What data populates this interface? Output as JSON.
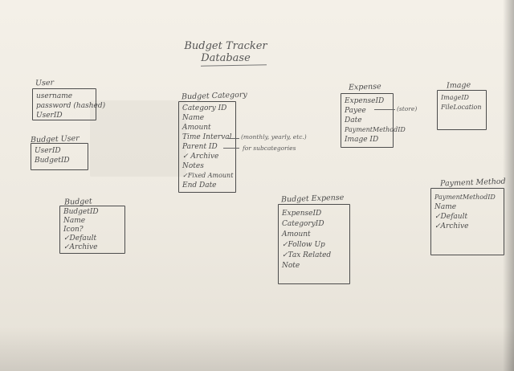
{
  "title": [
    "Budget Tracker",
    "Database"
  ],
  "entities": {
    "user": {
      "title": "User",
      "fields": [
        "username",
        "password (hashed)",
        "UserID"
      ]
    },
    "budget_user": {
      "title": "Budget User",
      "fields": [
        "UserID",
        "BudgetID"
      ]
    },
    "budget": {
      "title": "Budget",
      "fields": [
        "BudgetID",
        "Name",
        "Icon?",
        "✓Default",
        "✓Archive"
      ]
    },
    "budget_category": {
      "title": "Budget Category",
      "fields": [
        "Category ID",
        "Name",
        "Amount",
        "Time Interval",
        "Parent ID",
        "✓ Archive",
        "Notes",
        "✓Fixed Amount",
        "End Date"
      ]
    },
    "expense": {
      "title": "Expense",
      "fields": [
        "ExpenseID",
        "Payee",
        "Date",
        "PaymentMethodID",
        "Image ID"
      ]
    },
    "image": {
      "title": "Image",
      "fields": [
        "ImageID",
        "FileLocation"
      ]
    },
    "budget_expense": {
      "title": "Budget Expense",
      "fields": [
        "ExpenseID",
        "CategoryID",
        "Amount",
        "✓Follow Up",
        "✓Tax Related",
        "Note"
      ]
    },
    "payment_method": {
      "title": "Payment Method",
      "fields": [
        "PaymentMethodID",
        "Name",
        "✓Default",
        "✓Archive"
      ]
    }
  },
  "notes": {
    "time_interval": "(monthly, yearly, etc.)",
    "parent_id": "for subcategories",
    "payee": "(store)"
  }
}
